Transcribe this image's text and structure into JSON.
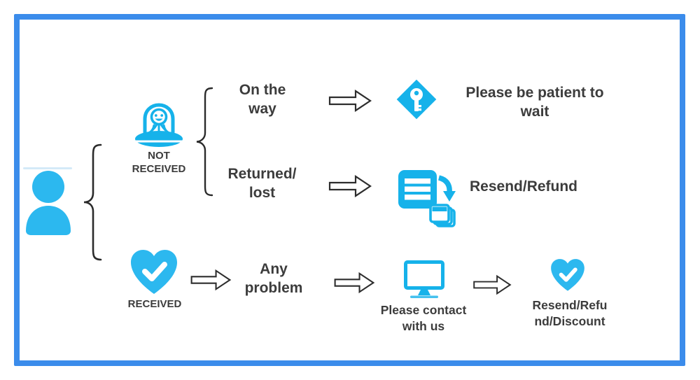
{
  "colors": {
    "border": "#3b8ceb",
    "icon": "#16b2ea",
    "heart": "#2cb8ef",
    "text": "#3c3c3c",
    "arrow": "#2d2d2d",
    "brace": "#2b2b2b"
  },
  "icons": {
    "person": "person-icon",
    "not_received": "alien-ufo-icon",
    "on_the_way": "key-icon",
    "returned": "resend-documents-icon",
    "received": "heart-check-icon",
    "contact": "monitor-icon",
    "final": "heart-check-icon",
    "connector": "arrow-right-icon"
  },
  "diagram": {
    "not_received": {
      "label": "NOT\nRECEIVED",
      "cases": [
        {
          "condition": "On the\nway",
          "outcome": "Please be patient to\nwait"
        },
        {
          "condition": "Returned/\nlost",
          "outcome": "Resend/Refund"
        }
      ]
    },
    "received": {
      "label": "RECEIVED",
      "condition": "Any\nproblem",
      "contact_caption": "Please contact\nwith us",
      "outcome_caption": "Resend/Refu\nnd/Discount"
    }
  }
}
